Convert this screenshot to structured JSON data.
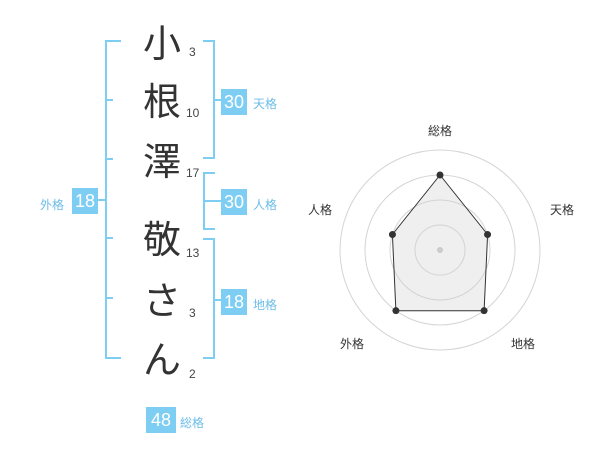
{
  "name_chars": [
    {
      "char": "小",
      "strokes": "3"
    },
    {
      "char": "根",
      "strokes": "10"
    },
    {
      "char": "澤",
      "strokes": "17"
    },
    {
      "char": "敬",
      "strokes": "13"
    },
    {
      "char": "さ",
      "strokes": "3"
    },
    {
      "char": "ん",
      "strokes": "2"
    }
  ],
  "tenkaku": {
    "value": "30",
    "label": "天格"
  },
  "jinkaku": {
    "value": "30",
    "label": "人格"
  },
  "chikaku": {
    "value": "18",
    "label": "地格"
  },
  "gaikaku": {
    "value": "18",
    "label": "外格"
  },
  "soukaku": {
    "value": "48",
    "label": "総格"
  },
  "radar": {
    "axes": [
      "総格",
      "天格",
      "地格",
      "外格",
      "人格"
    ],
    "values": [
      0.75,
      0.5,
      0.75,
      0.75,
      0.5
    ]
  },
  "colors": {
    "accent": "#7ecef4",
    "accent_text": "#6bbde8"
  }
}
